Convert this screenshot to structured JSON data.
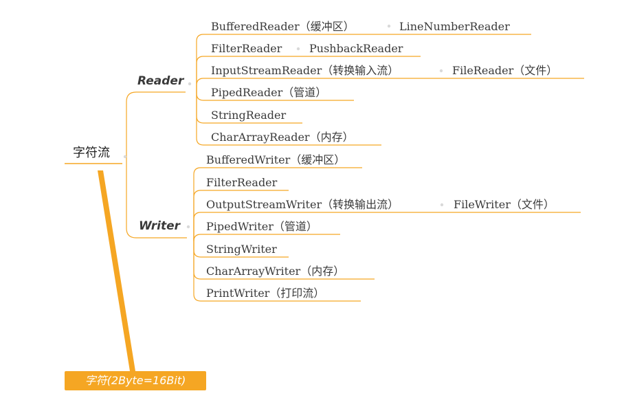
{
  "root": {
    "label": "字符流"
  },
  "branches": [
    {
      "label": "Reader",
      "children": [
        {
          "label": "BufferedReader（缓冲区）",
          "sub": "LineNumberReader"
        },
        {
          "label": "FilterReader",
          "sub": "PushbackReader"
        },
        {
          "label": "InputStreamReader（转换输入流）",
          "sub": "FileReader（文件）"
        },
        {
          "label": "PipedReader（管道）",
          "sub": null
        },
        {
          "label": "StringReader",
          "sub": null
        },
        {
          "label": "CharArrayReader（内存）",
          "sub": null
        }
      ]
    },
    {
      "label": "Writer",
      "children": [
        {
          "label": "BufferedWriter（缓冲区）",
          "sub": null
        },
        {
          "label": "FilterReader",
          "sub": null
        },
        {
          "label": "OutputStreamWriter（转换输出流）",
          "sub": "FileWriter（文件）"
        },
        {
          "label": "PipedWriter（管道）",
          "sub": null
        },
        {
          "label": "StringWriter",
          "sub": null
        },
        {
          "label": "CharArrayWriter（内存）",
          "sub": null
        },
        {
          "label": "PrintWriter（打印流）",
          "sub": null
        }
      ]
    }
  ],
  "note": {
    "label": "字符(2Byte=16Bit)"
  },
  "colors": {
    "line": "#f5a623",
    "dot": "#d9d9d9",
    "text": "#3a3a3a"
  }
}
